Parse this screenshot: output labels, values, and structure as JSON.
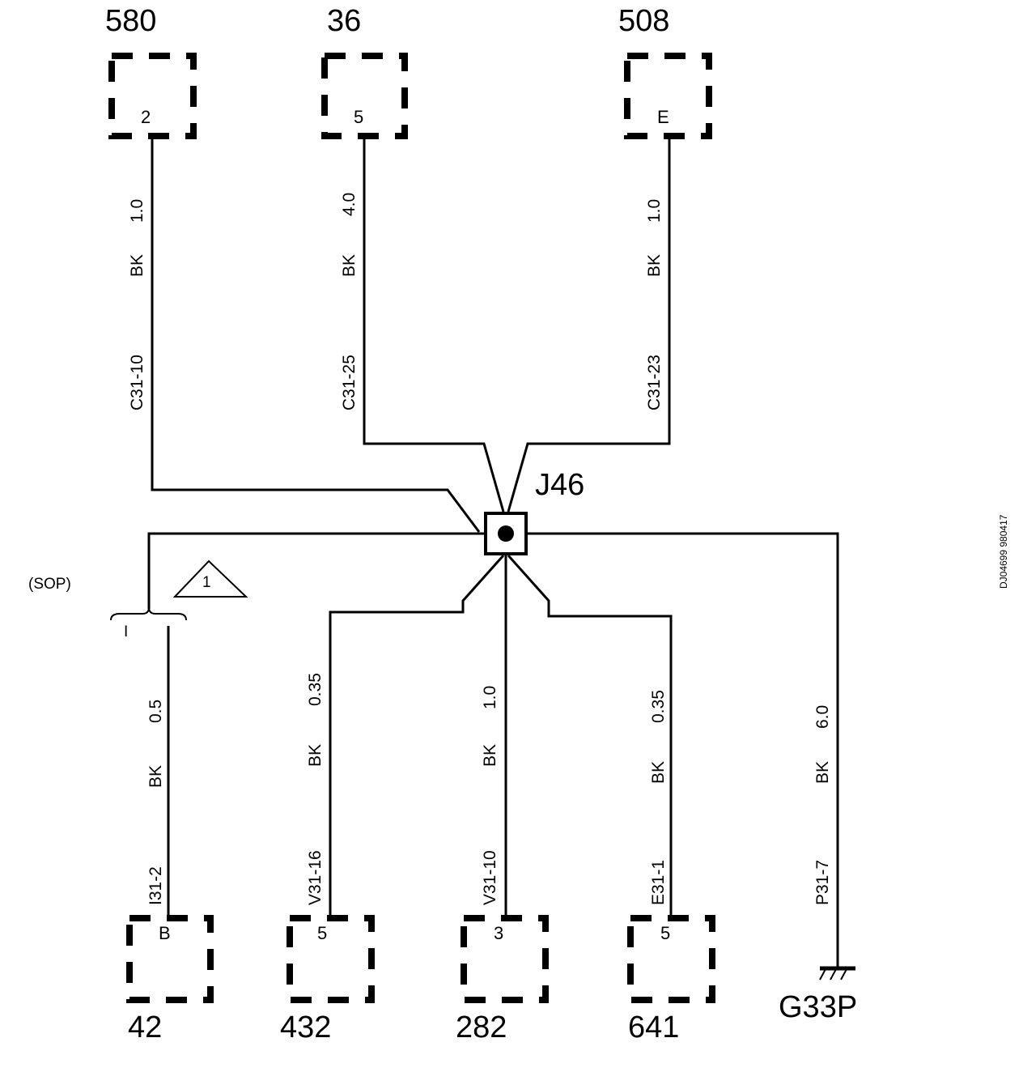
{
  "components_top": [
    {
      "id": "580",
      "pin": "2"
    },
    {
      "id": "36",
      "pin": "5"
    },
    {
      "id": "508",
      "pin": "E"
    }
  ],
  "wires_top": [
    {
      "size": "1.0",
      "color": "BK",
      "connector": "C31-10"
    },
    {
      "size": "4.0",
      "color": "BK",
      "connector": "C31-25"
    },
    {
      "size": "1.0",
      "color": "BK",
      "connector": "C31-23"
    }
  ],
  "junction": {
    "label": "J46"
  },
  "variant": {
    "label": "(SOP)",
    "note": "1",
    "branch_mark": "I"
  },
  "wires_bottom": [
    {
      "size": "0.5",
      "color": "BK",
      "connector": "I31-2"
    },
    {
      "size": "0.35",
      "color": "BK",
      "connector": "V31-16"
    },
    {
      "size": "1.0",
      "color": "BK",
      "connector": "V31-10"
    },
    {
      "size": "0.35",
      "color": "BK",
      "connector": "E31-1"
    },
    {
      "size": "6.0",
      "color": "BK",
      "connector": "P31-7"
    }
  ],
  "components_bottom": [
    {
      "id": "42",
      "pin": "B"
    },
    {
      "id": "432",
      "pin": "5"
    },
    {
      "id": "282",
      "pin": "3"
    },
    {
      "id": "641",
      "pin": "5"
    }
  ],
  "ground": {
    "label": "G33P"
  },
  "drawing_code": "DJ04699 980417"
}
